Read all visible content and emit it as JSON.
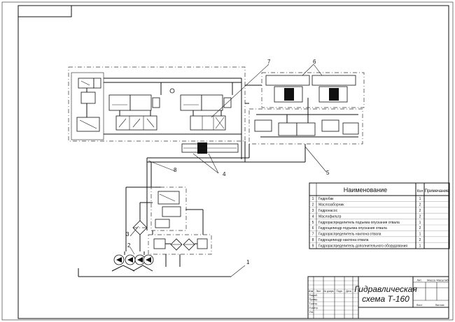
{
  "drawing": {
    "title_line1": "Гидравлическая",
    "title_line2": "схема  Т-160"
  },
  "callouts": [
    "1",
    "2",
    "3",
    "4",
    "5",
    "6",
    "7",
    "8"
  ],
  "spec_table": {
    "header_name": "Наименование",
    "header_qty": "Кол",
    "header_note": "Примечание",
    "rows": [
      {
        "pos": "1",
        "name": "Гидробак",
        "qty": "1"
      },
      {
        "pos": "2",
        "name": "Маслозаборник",
        "qty": "2"
      },
      {
        "pos": "3",
        "name": "Гидронасос",
        "qty": "2"
      },
      {
        "pos": "4",
        "name": "Маслофильтр",
        "qty": "2"
      },
      {
        "pos": "5",
        "name": "Гидрораспределитель подъема опускания отвала",
        "qty": "1"
      },
      {
        "pos": "6",
        "name": "Гидроцилиндр подъема опускания отвала",
        "qty": "2"
      },
      {
        "pos": "7",
        "name": "Гидрораспределитель наклона отвала",
        "qty": "1"
      },
      {
        "pos": "8",
        "name": "Гидроцилиндр наклона отвала",
        "qty": "2"
      },
      {
        "pos": "9",
        "name": "Гидрораспределитель дополнительного оборудования",
        "qty": "1"
      }
    ]
  },
  "title_block": {
    "left_labels": [
      "Изм",
      "Лист",
      "№ докум.",
      "Подп.",
      "Дата",
      "Разраб.",
      "Провер.",
      "Т.контр.",
      "Н.контр.",
      "Утв."
    ],
    "right_labels": [
      "Лит.",
      "Масса",
      "Масштаб",
      "Лист",
      "Листов"
    ]
  }
}
